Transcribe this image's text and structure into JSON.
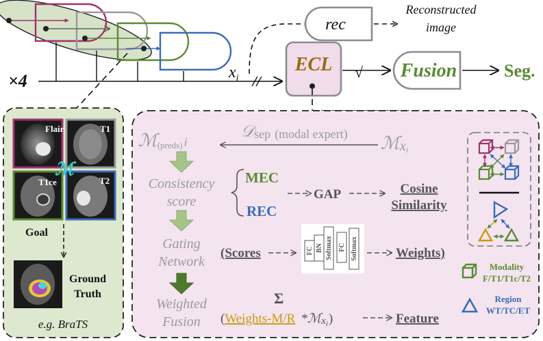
{
  "colors": {
    "green": "#5a8a32",
    "magenta": "#a0326e",
    "blue": "#3a6ab8",
    "gray": "#8c8c8c",
    "panel_bg": "#f3e4ef",
    "left_panel_bg": "#dde8cf",
    "gold": "#c89a12",
    "arrow_green": "#a6c488",
    "arrow_dark_green": "#4e7a2c",
    "dark": "#111111"
  },
  "top": {
    "multiplier": "×4",
    "input_symbol": "x",
    "input_subscript": "i",
    "rec": "rec",
    "reconstructed_line1": "Reconstructed",
    "reconstructed_line2": "image",
    "ecl": "ECL",
    "check": "√",
    "fusion": "Fusion",
    "seg": "Seg."
  },
  "left_panel": {
    "labels": {
      "flair": "Flair",
      "t1": "T1",
      "t1ce": "T1ce",
      "t2": "T2"
    },
    "m_symbol": "ℳ",
    "goal": "Goal",
    "ground_truth_line1": "Ground",
    "ground_truth_line2": "Truth",
    "caption": "e.g. BraTS"
  },
  "panel": {
    "m_preds_main": "ℳ",
    "m_preds_sub": "(preds)",
    "m_preds_i": "i",
    "d_sep_main": "𝒟",
    "d_sep_sub": "sep",
    "d_sep_rest": "(modal expert)",
    "m_x_main": "ℳ",
    "m_x_sub": "x",
    "m_x_i": "i",
    "consistency_line1": "Consistency",
    "consistency_line2": "score",
    "mec": "MEC",
    "rec": "REC",
    "gap": "GAP",
    "cosine_line1": "Cosine",
    "cosine_line2": "Similarity",
    "gating_line1": "Gating",
    "gating_line2": "Network",
    "scores": "(Scores",
    "layers": [
      "FC",
      "BN",
      "Softmax",
      "FC",
      "Softmax"
    ],
    "weights": "Weights)",
    "weighted_line1": "Weighted",
    "weighted_line2": "Fusion",
    "sigma": "Σ",
    "open_paren": "(",
    "weights_mr": "Weights-M/R",
    "times_m": "*ℳ",
    "times_sub": "x",
    "times_i": "i",
    "close_paren": ")",
    "feature": "Feature"
  },
  "legend": {
    "modality_title": "Modality",
    "modality_values": "F/T1/T1c/T2",
    "region_title": "Region",
    "region_values": "WT/TC/ET"
  }
}
